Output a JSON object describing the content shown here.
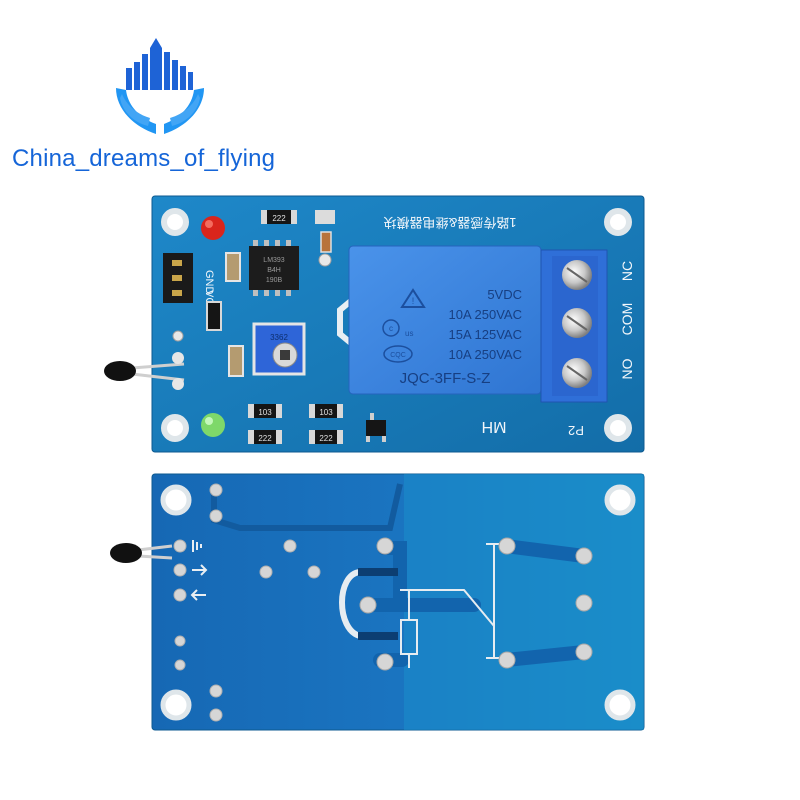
{
  "brand": {
    "name": "China_dreams_of_flying"
  },
  "top_board": {
    "title_cn": "1路传感器&继电器模块",
    "header_pins": [
      "GND",
      "VCC"
    ],
    "relay": {
      "lines": [
        "5VDC",
        "10A 250VAC",
        "15A 125VAC",
        "10A 250VAC"
      ],
      "model": "JQC-3FF-S-Z",
      "cert_ul": "c",
      "cert_us": "us",
      "cert_cqc": "CQC"
    },
    "terminal_labels": [
      "NC",
      "COM",
      "NO"
    ],
    "connector_label": "P2",
    "maker_mark": "MH",
    "pot_label": "3362",
    "ic_text": [
      "LM393",
      "B4H",
      "190B"
    ],
    "resistors": [
      "222",
      "103",
      "103",
      "222",
      "222"
    ]
  },
  "colors": {
    "pcb": "#1b7fc0",
    "pcb_dark": "#0f5f9a",
    "relay": "#3a86e0",
    "brand_blue": "#1565d8"
  }
}
